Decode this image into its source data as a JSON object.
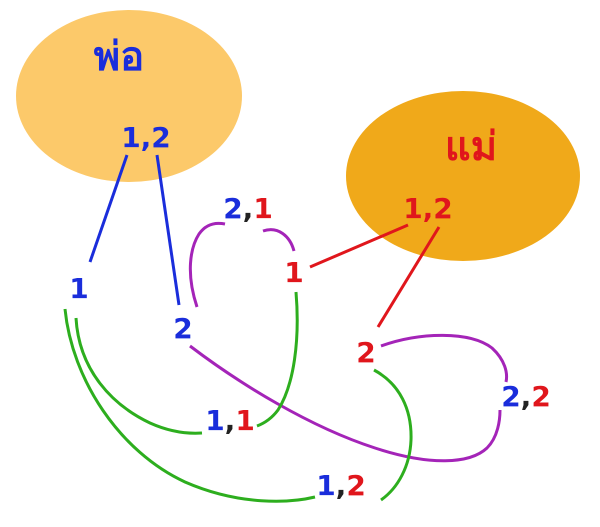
{
  "colors": {
    "father_circle": "#FCC96A",
    "mother_circle": "#F0A91A",
    "father": "#1A2DDB",
    "mother": "#E0161C",
    "line_father": "#1A2DDB",
    "line_mother": "#E0161C",
    "line_purple": "#A424B8",
    "line_green": "#2DAE1E",
    "comma": "#222222"
  },
  "father": {
    "title": "พ่อ",
    "alleles": "1,2"
  },
  "mother": {
    "title": "แม่",
    "alleles": "1,2"
  },
  "gametes": {
    "father_1": "1",
    "father_2": "2",
    "mother_1": "1",
    "mother_2": "2"
  },
  "offspring": [
    {
      "first": "2",
      "sep": ",",
      "second": "1"
    },
    {
      "first": "1",
      "sep": ",",
      "second": "1"
    },
    {
      "first": "1",
      "sep": ",",
      "second": "2"
    },
    {
      "first": "2",
      "sep": ",",
      "second": "2"
    }
  ]
}
